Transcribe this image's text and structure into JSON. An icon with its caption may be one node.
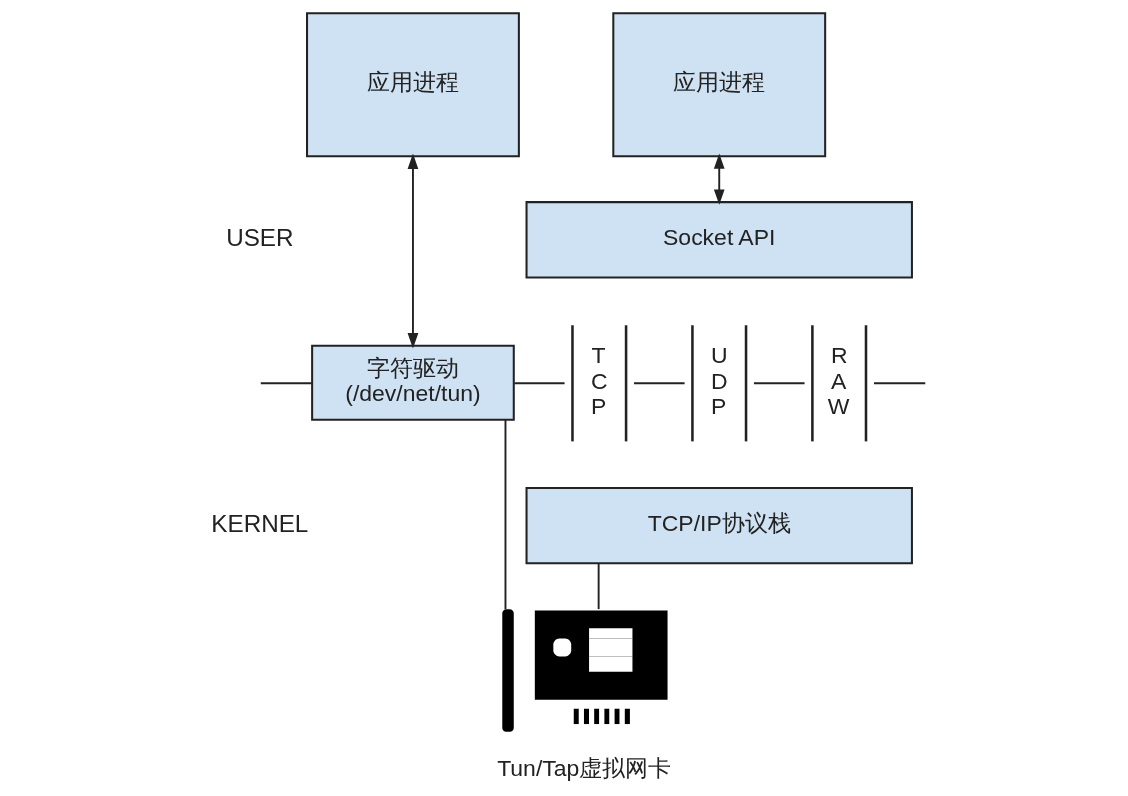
{
  "diagram": {
    "nodes": [
      {
        "text": [
          "应用进程"
        ]
      },
      {
        "text": [
          "应用进程"
        ]
      },
      {
        "text": [
          "Socket API"
        ]
      },
      {
        "text": [
          "字符驱动",
          "(/dev/net/tun)"
        ]
      },
      {
        "text": [
          "TCP"
        ]
      },
      {
        "text": [
          "UDP"
        ]
      },
      {
        "text": [
          "RAW"
        ]
      },
      {
        "text": [
          "TCP/IP协议栈"
        ]
      },
      {
        "text": [],
        "shape": "picture",
        "beside": [
          "Tun/Tap虚拟网卡"
        ]
      }
    ],
    "edges": [
      {
        "from": 0,
        "to": 3,
        "arrow": "both"
      },
      {
        "from": 1,
        "to": 2,
        "arrow": "both"
      },
      {
        "from": null,
        "to": 3,
        "arrow": "none"
      },
      {
        "from": 3,
        "to": 4,
        "arrow": "none"
      },
      {
        "from": 4,
        "to": 5,
        "arrow": "none"
      },
      {
        "from": 5,
        "to": 6,
        "arrow": "none"
      },
      {
        "from": 6,
        "to": null,
        "arrow": "none"
      },
      {
        "from": 3,
        "to": 8,
        "arrow": "none"
      },
      {
        "from": 7,
        "to": 8,
        "arrow": "none"
      }
    ],
    "labels": [
      "USER",
      "KERNEL"
    ]
  }
}
